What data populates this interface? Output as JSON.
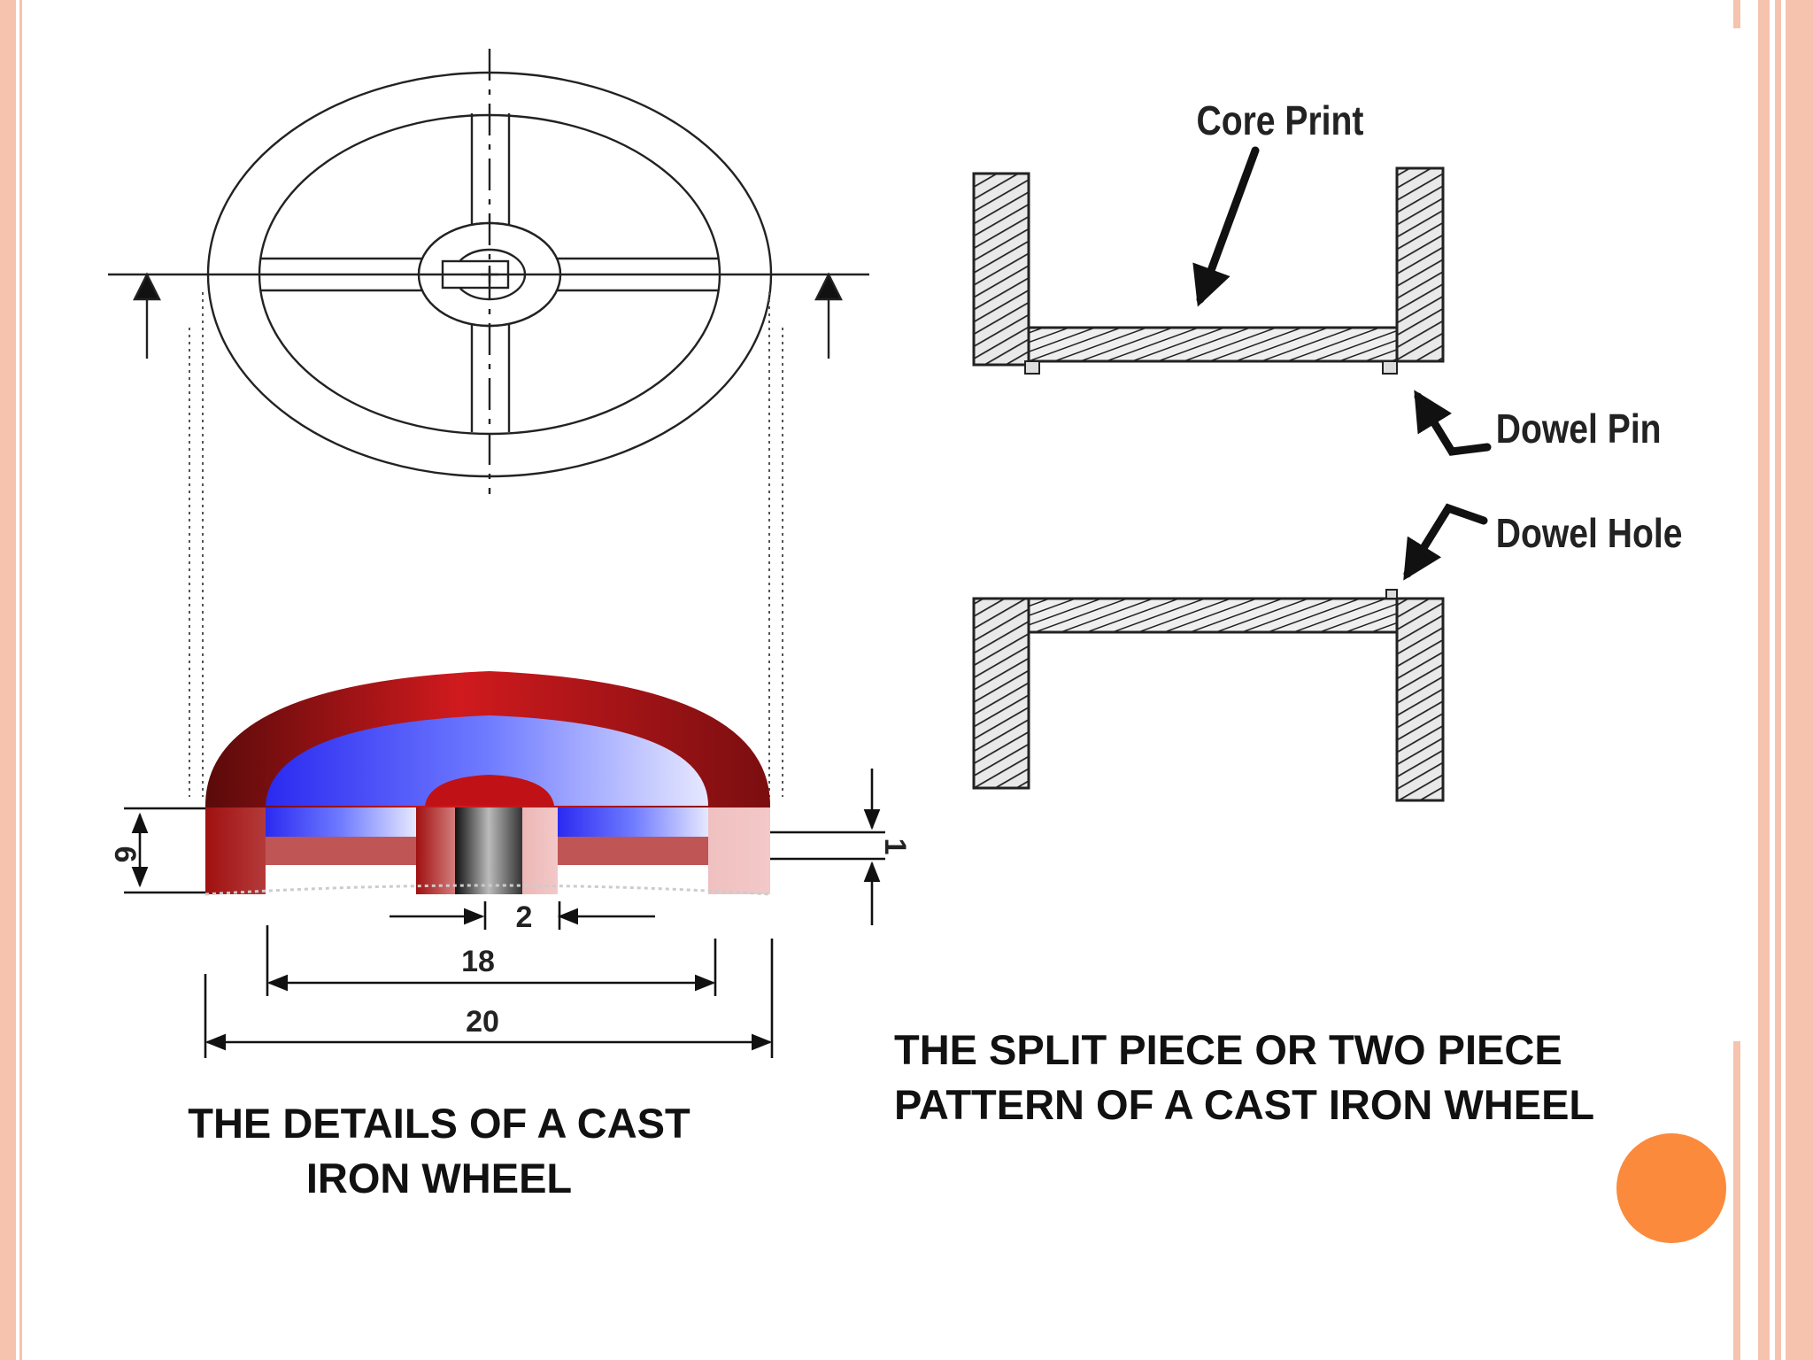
{
  "wheel_diagram": {
    "caption_line1": "THE DETAILS OF A CAST",
    "caption_line2": "IRON WHEEL",
    "dimensions": {
      "height": "6",
      "flange": "1",
      "bore": "2",
      "inner_width": "18",
      "outer_width": "20"
    },
    "colors": {
      "rim": "#b0151b",
      "web": "#5a55f0",
      "section": "#e6a8a8"
    }
  },
  "split_pattern_diagram": {
    "caption_line1": "THE SPLIT PIECE OR TWO PIECE",
    "caption_line2": "PATTERN OF A CAST IRON WHEEL",
    "labels": {
      "core_print": "Core Print",
      "dowel_pin": "Dowel Pin",
      "dowel_hole": "Dowel Hole"
    }
  },
  "theme": {
    "border_color": "#f6c3ae",
    "accent_dot": "#fb8a3c"
  }
}
